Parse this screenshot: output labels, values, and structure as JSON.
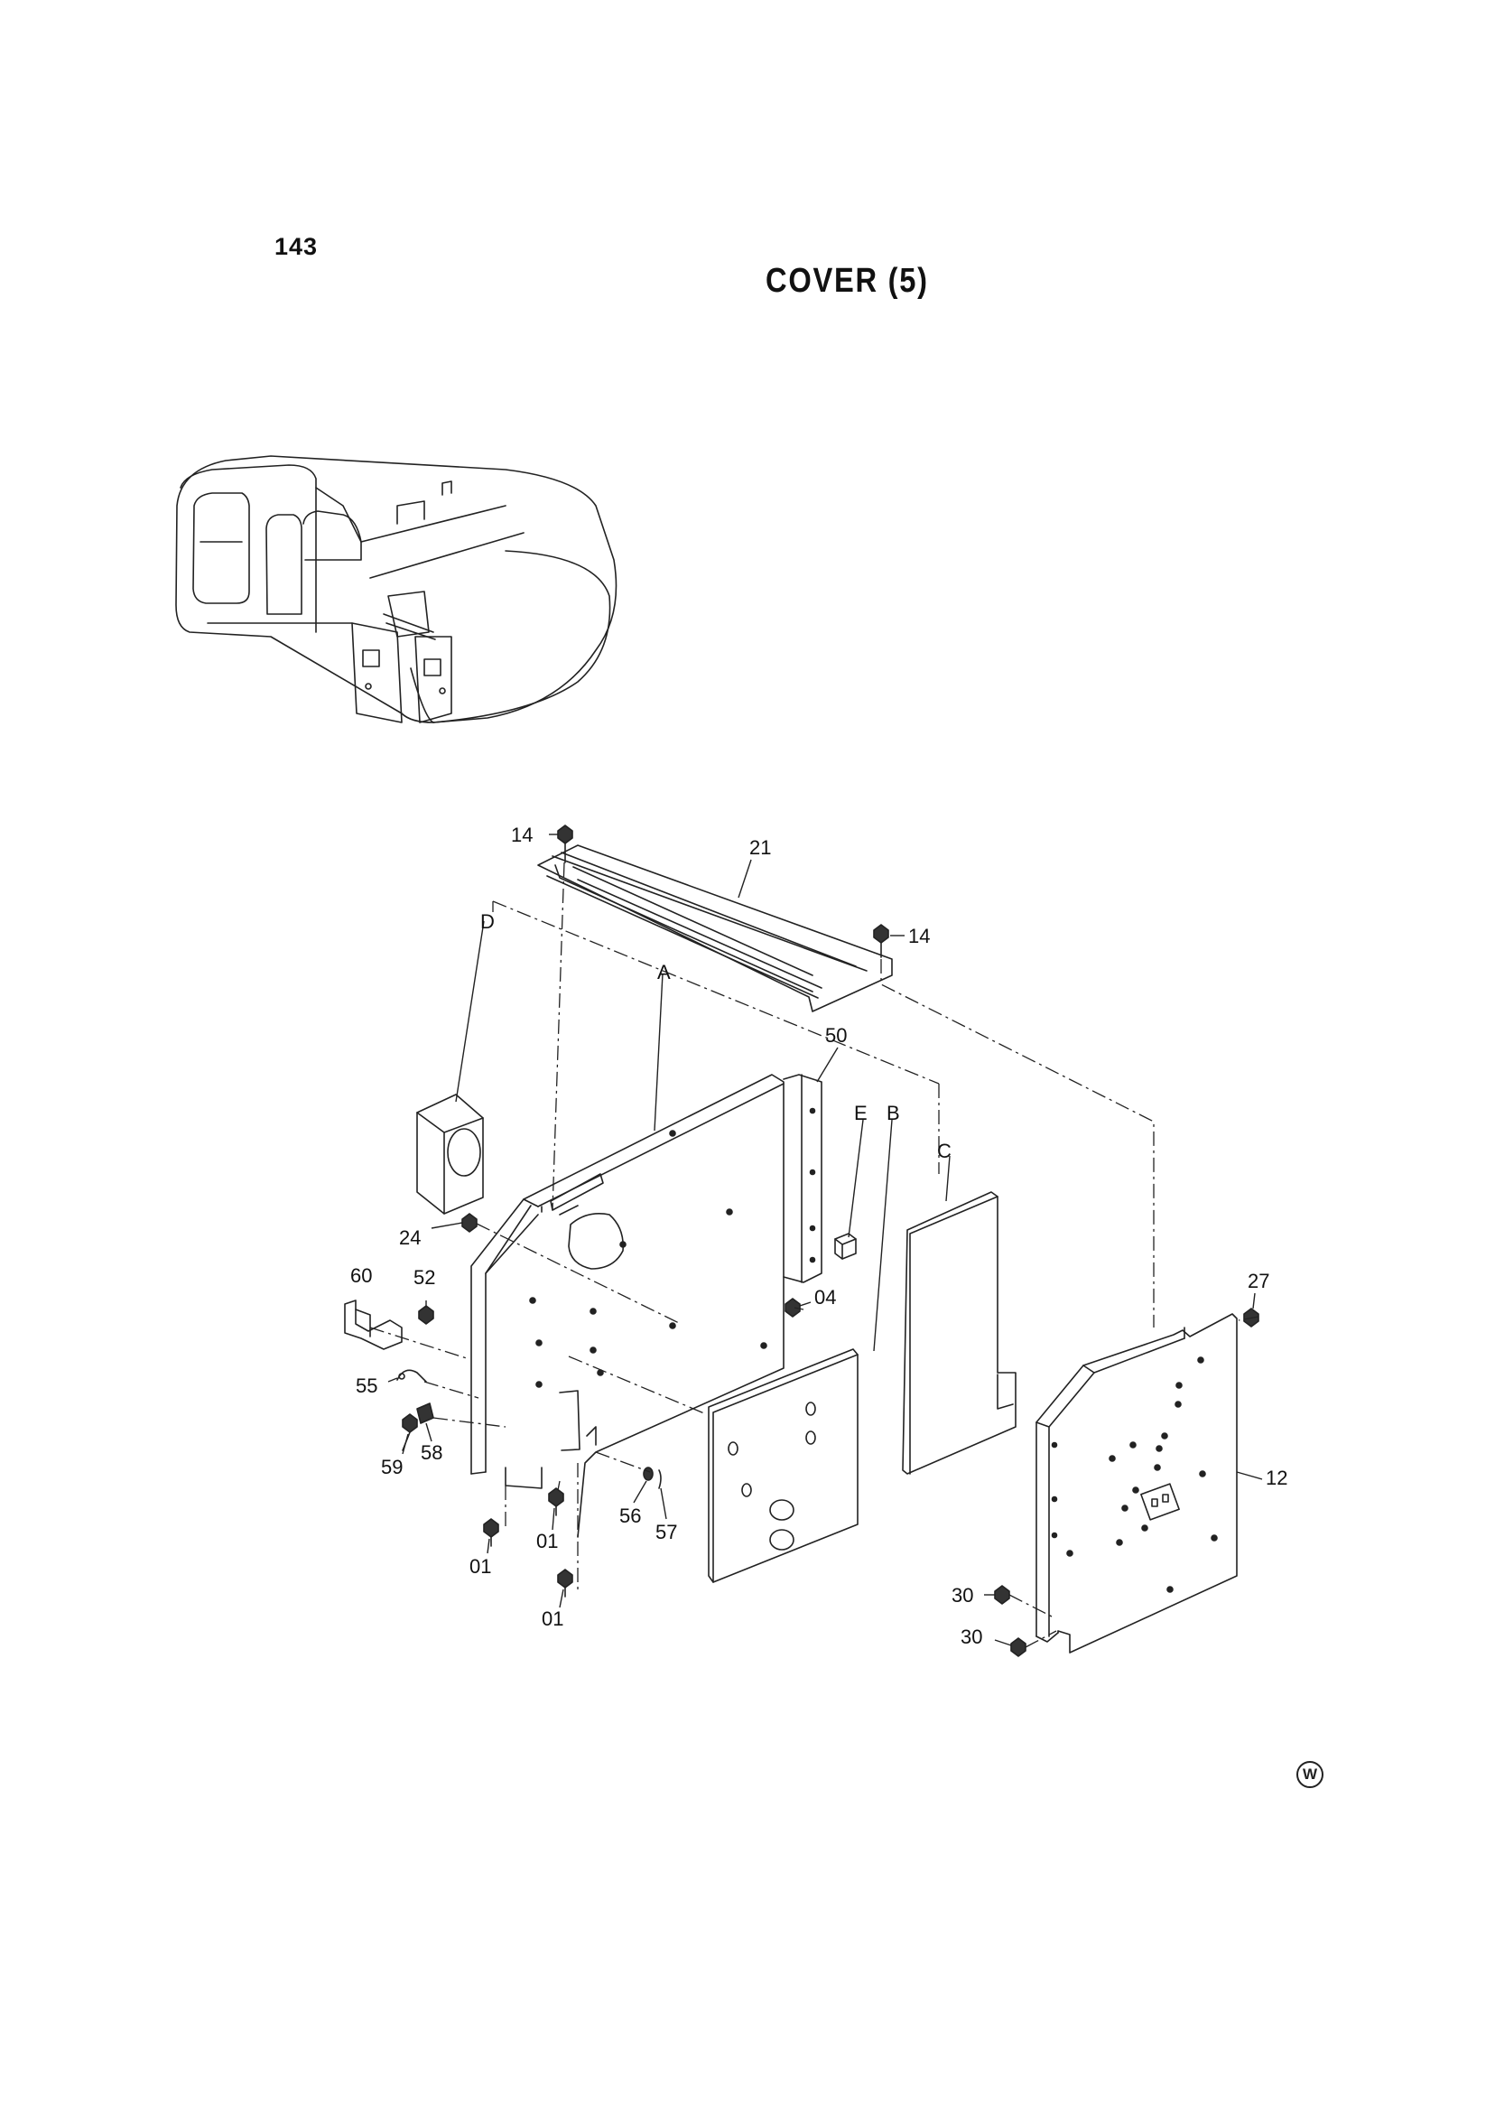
{
  "header": {
    "page_number": "143",
    "title": "COVER (5)"
  },
  "reference_letters": [
    "A",
    "B",
    "C",
    "D",
    "E"
  ],
  "part_callouts": {
    "p14a": "14",
    "p14b": "14",
    "p21": "21",
    "p50": "50",
    "p24": "24",
    "p60": "60",
    "p52": "52",
    "p04": "04",
    "p27": "27",
    "p55": "55",
    "p59": "59",
    "p58": "58",
    "p12": "12",
    "p56": "56",
    "p57": "57",
    "p01a": "01",
    "p01b": "01",
    "p01c": "01",
    "p30a": "30",
    "p30b": "30"
  },
  "footer": {
    "mark": "W"
  }
}
